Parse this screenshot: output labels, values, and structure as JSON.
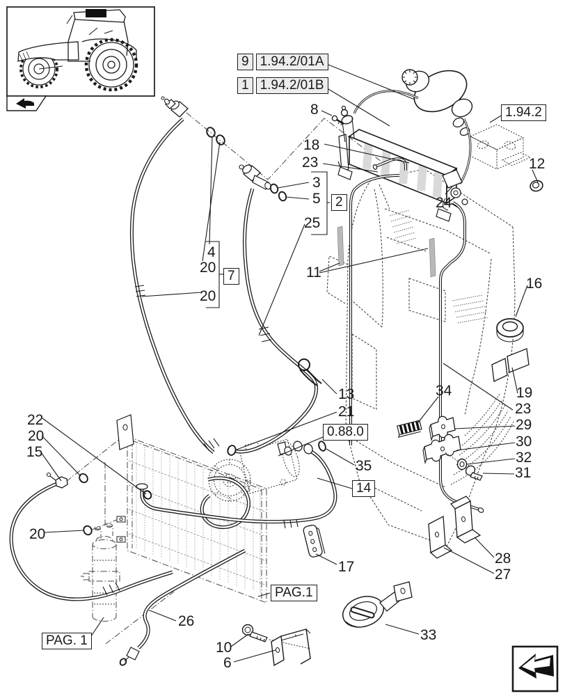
{
  "labels": {
    "ref_a_item": "9",
    "ref_a_code": "1.94.2/01A",
    "ref_b_item": "1",
    "ref_b_code": "1.94.2/01B",
    "ref_unit": "1.94.2",
    "ref_compressor": "0.88.0",
    "group2": "2",
    "group7": "7",
    "group14": "14",
    "page_ref_condenser": "PAG.1",
    "page_ref_drier": "PAG. 1"
  },
  "callouts": {
    "n8": "8",
    "n18": "18",
    "n23_top": "23",
    "n3": "3",
    "n5": "5",
    "n25": "25",
    "n4": "4",
    "n20_a": "20",
    "n20_b": "20",
    "n11": "11",
    "n24": "24",
    "n12": "12",
    "n16": "16",
    "n19": "19",
    "n23_right": "23",
    "n29": "29",
    "n30": "30",
    "n32": "32",
    "n31": "31",
    "n34": "34",
    "n13": "13",
    "n21": "21",
    "n35": "35",
    "n22": "22",
    "n20_c": "20",
    "n15": "15",
    "n20_d": "20",
    "n17": "17",
    "n26": "26",
    "n10": "10",
    "n6": "6",
    "n33": "33",
    "n28": "28",
    "n27": "27"
  },
  "colors": {
    "line": "#1a1a1a",
    "strip_shade": "#b9b9b9",
    "ref_box_fill": "#ededed"
  }
}
